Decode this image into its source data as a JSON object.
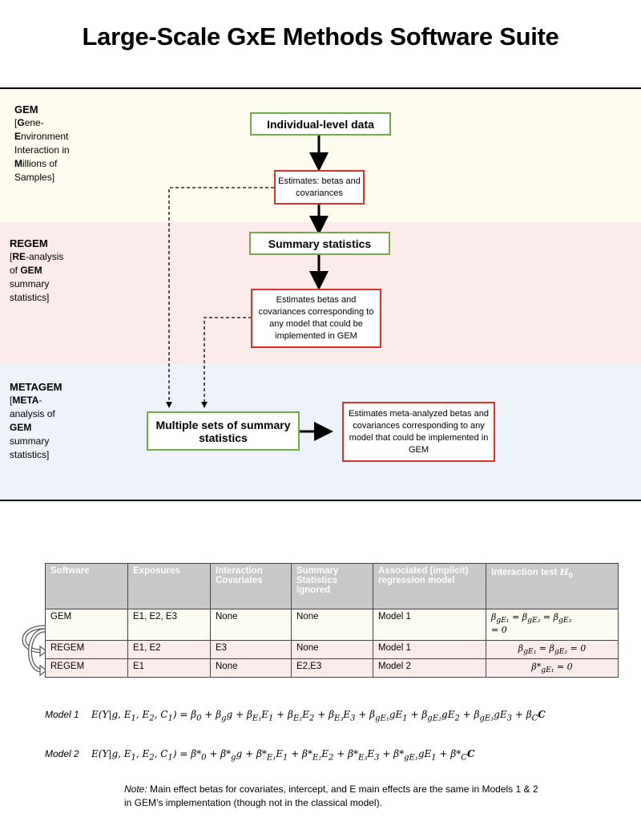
{
  "title": "Large-Scale GxE Methods Software Suite",
  "sections": {
    "gem": {
      "name": "GEM",
      "desc_lines": [
        "[Gene-",
        "Environment",
        "Interaction in",
        "Millions of",
        "Samples]"
      ]
    },
    "regem": {
      "name": "REGEM",
      "desc_lines": [
        "[RE-analysis",
        "of GEM",
        "summary",
        "statistics]"
      ]
    },
    "metagem": {
      "name": "METAGEM",
      "desc_lines": [
        "[META-",
        "analysis of",
        "GEM",
        "summary",
        "statistics]"
      ]
    }
  },
  "flow": {
    "individual_data": "Individual-level data",
    "estimates_betas": "Estimates: betas and covariances",
    "summary_stats": "Summary statistics",
    "regem_estimates": "Estimates betas and covariances corresponding to any model that could be implemented in GEM",
    "multiple_sets": "Multiple sets of summary statistics",
    "meta_estimates": "Estimates meta-analyzed betas and covariances corresponding to any model that could be implemented in GEM"
  },
  "colors": {
    "gem_band": "#fdfcef",
    "regem_band": "#fbeceb",
    "metagem_band": "#eef2f9",
    "green": "#70ad47",
    "red": "#d9312b"
  },
  "table": {
    "headers": [
      "Software",
      "Exposures",
      "Interaction Covariates",
      "Summary Statistics Ignored",
      "Associated (implicit) regression model",
      "Interaction test H0"
    ],
    "rows": [
      {
        "software": "GEM",
        "exposures": "E1, E2, E3",
        "covariates": "None",
        "ignored": "None",
        "model": "Model 1",
        "test": "βgE1 = βgE2 = βgE3 = 0"
      },
      {
        "software": "REGEM",
        "exposures": "E1, E2",
        "covariates": "E3",
        "ignored": "None",
        "model": "Model 1",
        "test": "βgE1 = βgE2 = 0"
      },
      {
        "software": "REGEM",
        "exposures": "E1",
        "covariates": "None",
        "ignored": "E2,E3",
        "model": "Model 2",
        "test": "β*gE1 = 0"
      }
    ]
  },
  "models": {
    "model1_label": "Model 1",
    "model2_label": "Model 2"
  },
  "note": {
    "prefix": "Note:",
    "text": "Main effect betas for covariates, intercept, and E main effects are the same in Models 1 & 2 in GEM’s implementation (though not in the classical model)."
  }
}
